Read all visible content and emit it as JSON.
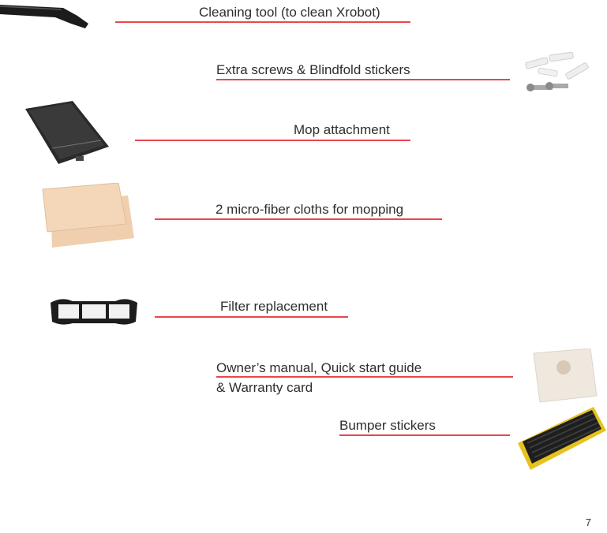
{
  "items": [
    {
      "label": "Cleaning tool (to clean Xrobot)",
      "icon": "cleaning-tool-icon"
    },
    {
      "label": "Extra screws & Blindfold stickers",
      "icon": "screws-stickers-icon"
    },
    {
      "label": "Mop attachment",
      "icon": "mop-attachment-icon"
    },
    {
      "label": "2 micro-fiber cloths for mopping",
      "icon": "microfiber-cloths-icon"
    },
    {
      "label": "Filter replacement",
      "icon": "filter-icon"
    },
    {
      "label": "Owner’s manual, Quick start guide",
      "label_line2": "& Warranty card",
      "icon": "manual-icon"
    },
    {
      "label": "Bumper stickers",
      "icon": "bumper-stickers-icon"
    }
  ],
  "page_number": "7",
  "colors": {
    "rule": "#e8474e",
    "text": "#2e2e2e"
  }
}
